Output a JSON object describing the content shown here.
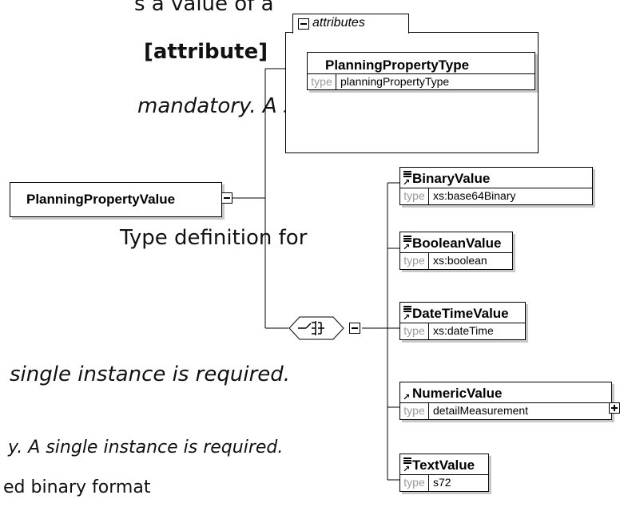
{
  "background_text": {
    "line1": "s a value of a",
    "line2": "[attribute]",
    "line3": "mandatory. A single",
    "line4": "Type definition for",
    "line5": "single instance is required.",
    "line6": "y. A single instance is required.",
    "line7": "ed binary format"
  },
  "attributes_group": {
    "tab_label": "attributes",
    "attribute": {
      "name": "PlanningPropertyType",
      "type_label": "type",
      "type_value": "planningPropertyType"
    }
  },
  "root_element": {
    "name": "PlanningPropertyValue"
  },
  "choice_icon": "choice-compositor-icon",
  "children": [
    {
      "name": "BinaryValue",
      "type_label": "type",
      "type_value": "xs:base64Binary",
      "has_doc": true,
      "expandable": false
    },
    {
      "name": "BooleanValue",
      "type_label": "type",
      "type_value": "xs:boolean",
      "has_doc": true,
      "expandable": false
    },
    {
      "name": "DateTimeValue",
      "type_label": "type",
      "type_value": "xs:dateTime",
      "has_doc": true,
      "expandable": false
    },
    {
      "name": "NumericValue",
      "type_label": "type",
      "type_value": "detailMeasurement",
      "has_doc": false,
      "expandable": true
    },
    {
      "name": "TextValue",
      "type_label": "type",
      "type_value": "s72",
      "has_doc": true,
      "expandable": false
    }
  ],
  "colors": {
    "line": "#000000",
    "shadow": "#c8c8c8",
    "type_label": "#999999"
  }
}
